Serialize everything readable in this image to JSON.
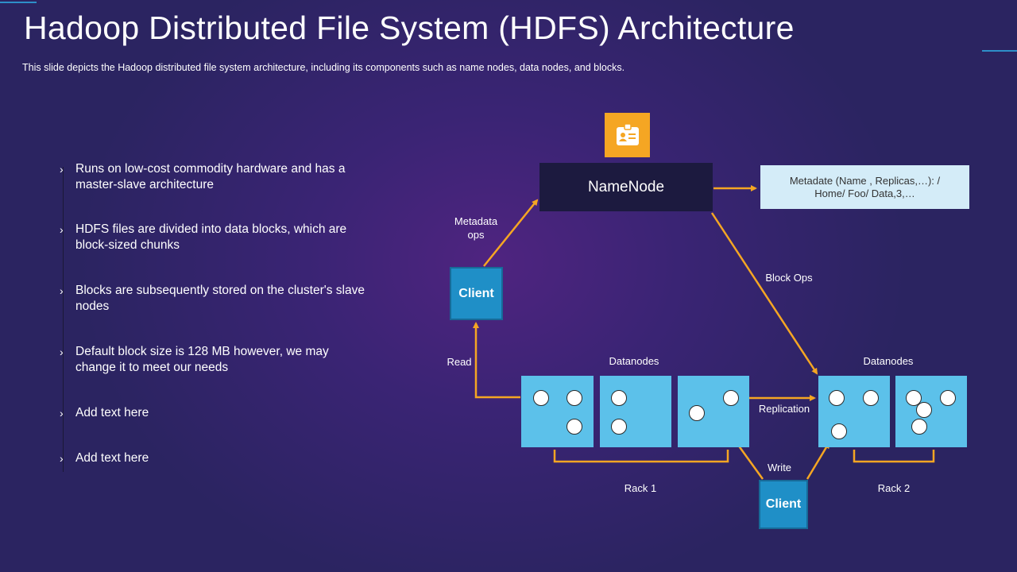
{
  "header": {
    "title": "Hadoop Distributed File System (HDFS) Architecture",
    "subtitle": "This slide depicts the Hadoop distributed file system architecture, including its components such as name nodes, data nodes, and blocks."
  },
  "bullets": [
    "Runs on low-cost commodity hardware and has a master-slave architecture",
    "HDFS files are divided into data blocks, which are block-sized chunks",
    "Blocks are subsequently stored on the cluster's slave nodes",
    "Default block size is 128 MB however, we may change it to meet our needs",
    "Add text here",
    "Add text here"
  ],
  "bullet_marker": "›",
  "diagram": {
    "namenode": "NameNode",
    "metadata": "Metadate (Name , Replicas,…): / Home/ Foo/ Data,3,…",
    "client_top": "Client",
    "client_bottom": "Client",
    "metadata_ops": "Metadata ops",
    "block_ops": "Block Ops",
    "read": "Read",
    "write": "Write",
    "replication": "Replication",
    "datanodes_left": "Datanodes",
    "datanodes_right": "Datanodes",
    "rack1": "Rack 1",
    "rack2": "Rack 2",
    "namenode_icon": "id-badge-icon"
  },
  "colors": {
    "background": "#2b2461",
    "accent_arrow": "#f5a623",
    "datanode": "#5cc1ea",
    "client": "#1f8fc7",
    "namenode": "#1c1a3f",
    "metadata_box": "#d4ecf8"
  }
}
